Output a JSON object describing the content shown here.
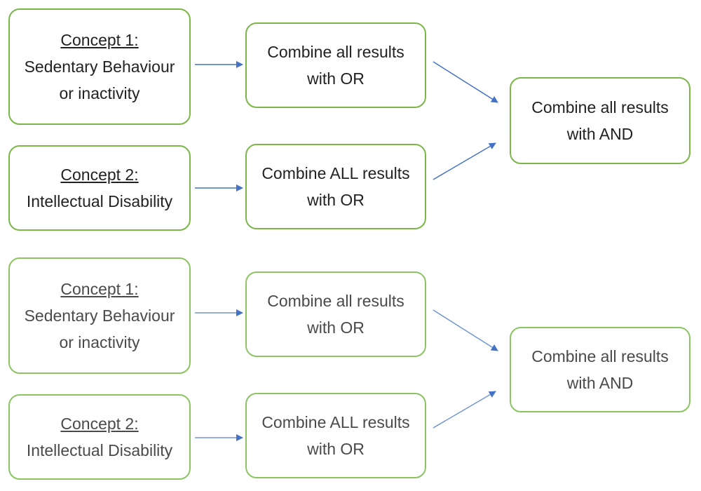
{
  "diagrams": [
    {
      "concept1": {
        "title": "Concept 1:",
        "line1": "Sedentary Behaviour",
        "line2": "or inactivity"
      },
      "combine1": {
        "line1": "Combine all results",
        "line2": "with OR"
      },
      "concept2": {
        "title": "Concept 2:",
        "line1": "Intellectual Disability"
      },
      "combine2": {
        "line1": "Combine ALL results",
        "line2": "with OR"
      },
      "final": {
        "line1": "Combine all results",
        "line2": "with AND"
      }
    },
    {
      "concept1": {
        "title": "Concept 1:",
        "line1": "Sedentary Behaviour",
        "line2": "or inactivity"
      },
      "combine1": {
        "line1": "Combine all results",
        "line2": "with OR"
      },
      "concept2": {
        "title": "Concept 2:",
        "line1": "Intellectual Disability"
      },
      "combine2": {
        "line1": "Combine ALL results",
        "line2": "with OR"
      },
      "final": {
        "line1": "Combine all results",
        "line2": "with AND"
      }
    }
  ],
  "colors": {
    "box_border": "#7ab648",
    "arrow": "#4472c4",
    "text": "#222222"
  }
}
